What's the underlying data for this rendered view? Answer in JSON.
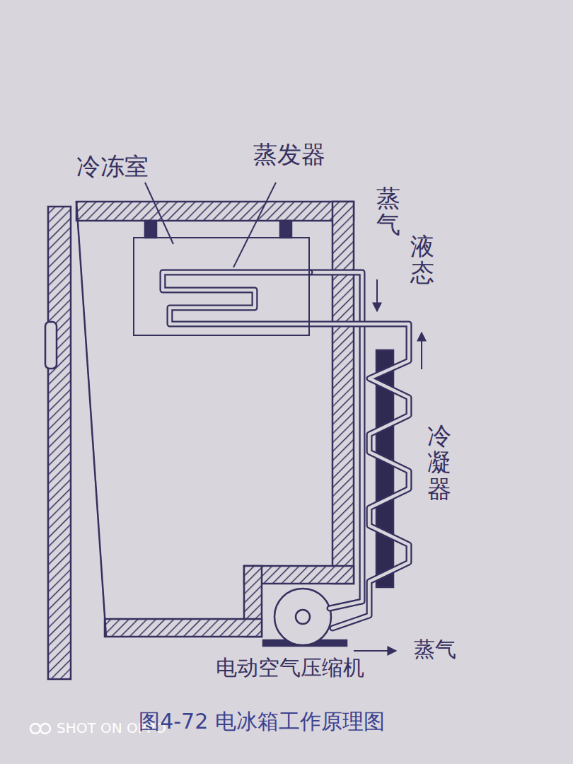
{
  "diagram": {
    "caption": "图4-72 电冰箱工作原理图",
    "nodes": [
      {
        "text": [
          "冷冻室"
        ]
      }
    ],
    "labels": [
      "蒸发器",
      "蒸气",
      "液态",
      "冷凝器",
      "蒸气",
      "电动空气压缩机",
      "SHOT ON OPPO"
    ]
  }
}
